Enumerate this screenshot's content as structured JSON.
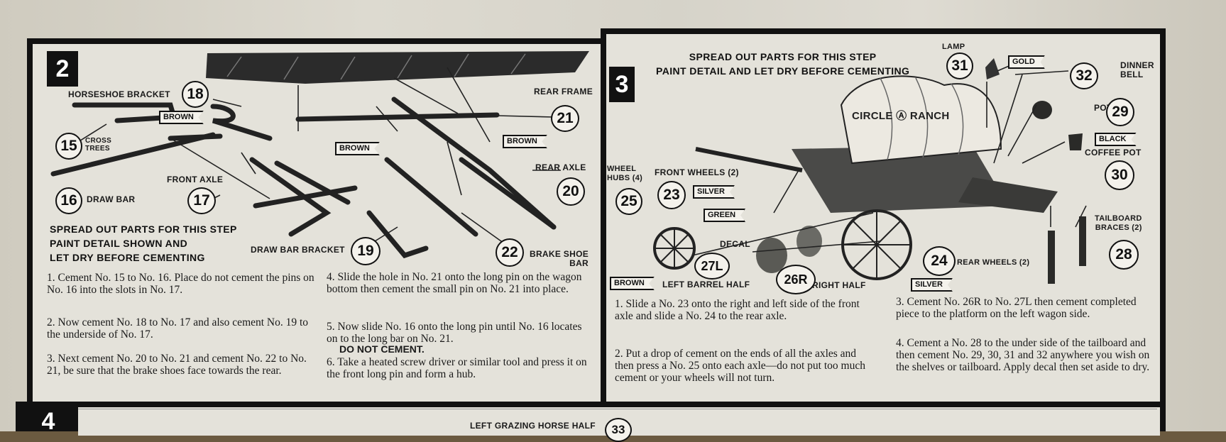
{
  "step2": {
    "number": "2",
    "labels": {
      "horseshoe_bracket": "HORSESHOE BRACKET",
      "cross_trees": "CROSS\nTREES",
      "draw_bar": "DRAW BAR",
      "front_axle": "FRONT AXLE",
      "draw_bar_bracket": "DRAW BAR BRACKET",
      "rear_frame": "REAR FRAME",
      "rear_axle": "REAR AXLE",
      "brake_shoe_bar": "BRAKE SHOE\nBAR"
    },
    "callouts": {
      "c15": "15",
      "c16": "16",
      "c17": "17",
      "c18": "18",
      "c19": "19",
      "c20": "20",
      "c21": "21",
      "c22": "22"
    },
    "tags": {
      "brown1": "BROWN",
      "brown2": "BROWN",
      "brown3": "BROWN"
    },
    "heading": "SPREAD OUT PARTS FOR THIS STEP\nPAINT DETAIL SHOWN AND\nLET DRY BEFORE CEMENTING",
    "instructions": [
      "1. Cement No. 15 to No. 16. Place do not cement the pins on No. 16 into the slots in No. 17.",
      "2. Now cement No. 18 to No. 17 and also cement No. 19 to the underside of No. 17.",
      "3. Next cement No. 20 to No. 21 and cement No. 22 to No. 21, be sure that the brake shoes face towards the rear.",
      "4. Slide the hole in No. 21 onto the long pin on the wagon bottom then cement the small pin on No. 21 into place.",
      "5. Now slide No. 16 onto the long pin until No. 16 locates on to the long bar on No. 21.",
      "DO NOT CEMENT.",
      "6. Take a heated screw driver or similar tool and press it on the front long pin and form a hub."
    ]
  },
  "step3": {
    "number": "3",
    "heading": "SPREAD OUT PARTS FOR THIS STEP\nPAINT DETAIL AND LET DRY BEFORE CEMENTING",
    "labels": {
      "lamp": "LAMP",
      "dinner_bell": "DINNER\nBELL",
      "pot": "POT",
      "coffee_pot": "COFFEE POT",
      "wheel_hubs": "WHEEL\nHUBS (4)",
      "front_wheels": "FRONT WHEELS (2)",
      "decal": "DECAL",
      "left_barrel_half": "LEFT BARREL HALF",
      "right_half": "RIGHT HALF",
      "rear_wheels": "REAR WHEELS (2)",
      "tailboard_braces": "TAILBOARD\nBRACES (2)",
      "wagon_cover_text": "CIRCLE Ⓐ RANCH"
    },
    "callouts": {
      "c23": "23",
      "c24": "24",
      "c25": "25",
      "c26": "26R",
      "c27": "27L",
      "c28": "28",
      "c29": "29",
      "c30": "30",
      "c31": "31",
      "c32": "32"
    },
    "tags": {
      "gold": "GOLD",
      "black": "BLACK",
      "silver1": "SILVER",
      "green": "GREEN",
      "brown": "BROWN",
      "silver2": "SILVER"
    },
    "instructions": [
      "1. Slide a No. 23 onto the right and left side of the front axle and slide a No. 24 to the rear axle.",
      "2. Put a drop of cement on the ends of all the axles and then press a No. 25 onto each axle—do not put too much cement or your wheels will not turn.",
      "3. Cement No. 26R to No. 27L then cement completed piece to the platform on the left wagon side.",
      "4. Cement a No. 28 to the under side of the tailboard and then cement No. 29, 30, 31 and 32 anywhere you wish on the shelves or tailboard. Apply decal then set aside to dry."
    ]
  },
  "step4": {
    "number": "4",
    "label": "LEFT GRAZING HORSE HALF",
    "callout": "33"
  }
}
